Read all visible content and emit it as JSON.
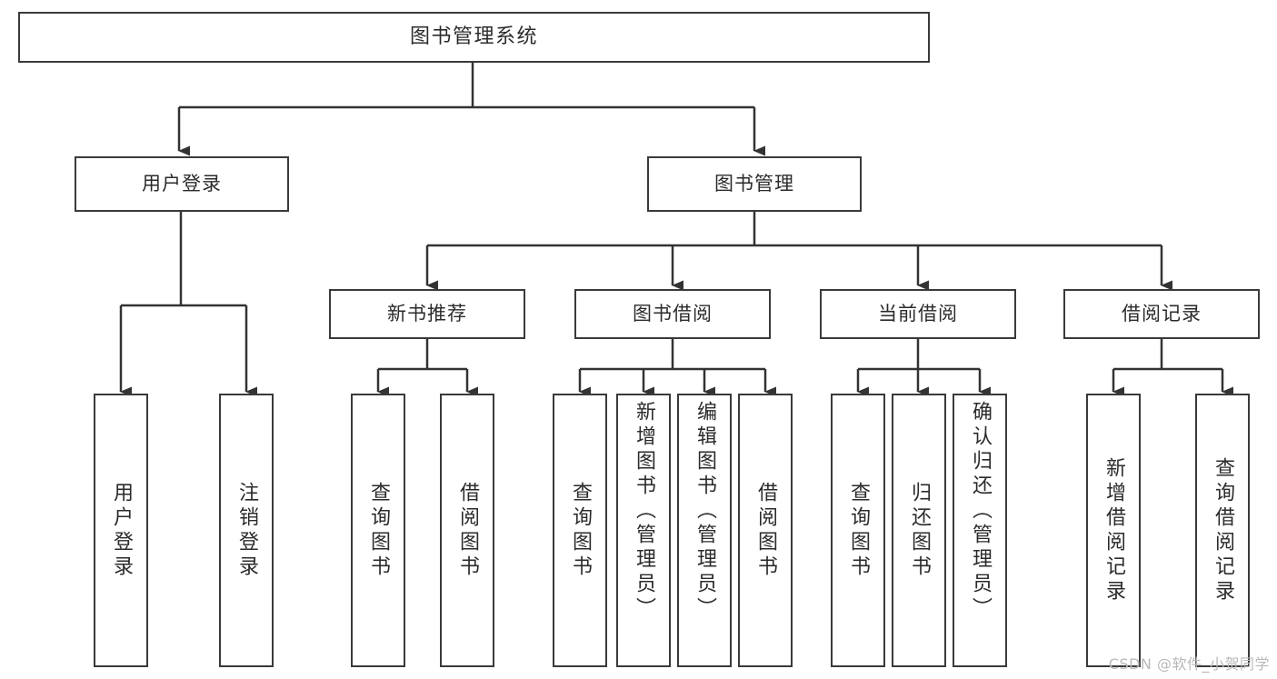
{
  "diagram": {
    "title": "图书管理系统",
    "root": {
      "label": "图书管理系统"
    },
    "level1": [
      {
        "label": "用户登录"
      },
      {
        "label": "图书管理"
      }
    ],
    "level2": [
      {
        "label": "新书推荐"
      },
      {
        "label": "图书借阅"
      },
      {
        "label": "当前借阅"
      },
      {
        "label": "借阅记录"
      }
    ],
    "leaves": {
      "user_login": [
        {
          "label": "用户登录"
        },
        {
          "label": "注销登录"
        }
      ],
      "new_book_recommend": [
        {
          "label": "查询图书"
        },
        {
          "label": "借阅图书"
        }
      ],
      "book_borrow": [
        {
          "label": "查询图书"
        },
        {
          "label": "新增图书（管理员）"
        },
        {
          "label": "编辑图书（管理员）"
        },
        {
          "label": "借阅图书"
        }
      ],
      "current_borrow": [
        {
          "label": "查询图书"
        },
        {
          "label": "归还图书"
        },
        {
          "label": "确认归还（管理员）"
        }
      ],
      "borrow_records": [
        {
          "label": "新增借阅记录"
        },
        {
          "label": "查询借阅记录"
        }
      ]
    },
    "watermark": "CSDN @软件_小贺同学",
    "colors": {
      "stroke": "#333333",
      "text": "#2b2b2b",
      "background": "#ffffff",
      "watermark": "#b9b9b9"
    }
  }
}
